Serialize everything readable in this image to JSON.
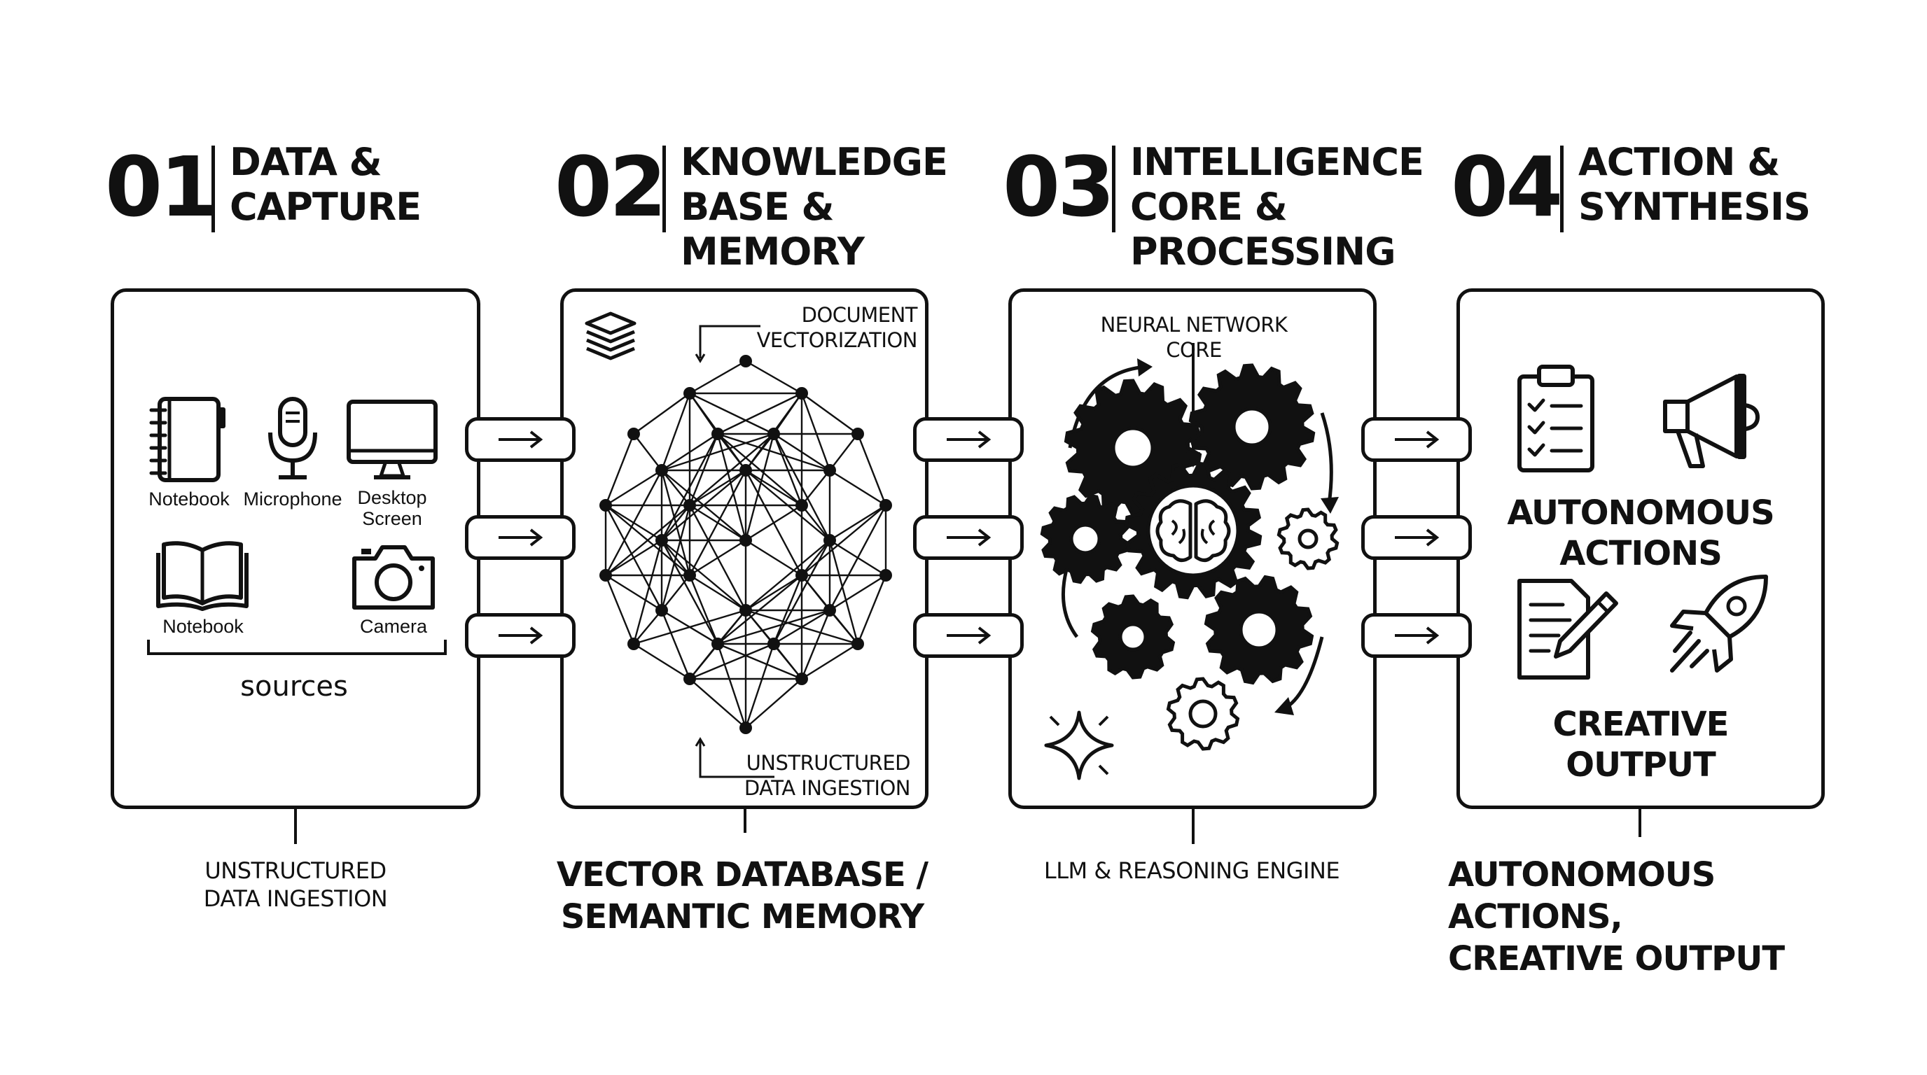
{
  "stages": [
    {
      "number": "01",
      "title_line1": "DATA &",
      "title_line2": "CAPTURE",
      "title_line3": "",
      "caption_line1": "UNSTRUCTURED",
      "caption_line2": "DATA INGESTION"
    },
    {
      "number": "02",
      "title_line1": "KNOWLEDGE",
      "title_line2": "BASE &",
      "title_line3": "MEMORY",
      "caption_line1": "VECTOR DATABASE /",
      "caption_line2": "SEMANTIC MEMORY"
    },
    {
      "number": "03",
      "title_line1": "INTELLIGENCE",
      "title_line2": "CORE &",
      "title_line3": "PROCESSING",
      "caption_line1": "LLM & REASONING ENGINE",
      "caption_line2": ""
    },
    {
      "number": "04",
      "title_line1": "ACTION &",
      "title_line2": "SYNTHESIS",
      "title_line3": "",
      "caption_line1": "AUTONOMOUS ACTIONS,",
      "caption_line2": "CREATIVE OUTPUT"
    }
  ],
  "panel1": {
    "items": [
      {
        "label": "Notebook",
        "icon": "spiral-notebook-icon"
      },
      {
        "label": "Microphone",
        "icon": "microphone-icon"
      },
      {
        "label_line1": "Desktop",
        "label_line2": "Screen",
        "icon": "desktop-screen-icon"
      },
      {
        "label": "Notebook",
        "icon": "open-book-icon"
      },
      {
        "label": "Camera",
        "icon": "camera-icon"
      }
    ],
    "group_label": "sources"
  },
  "panel2": {
    "top_note_line1": "DOCUMENT",
    "top_note_line2": "VECTORIZATION",
    "bottom_note_line1": "UNSTRUCTURED",
    "bottom_note_line2": "DATA INGESTION",
    "icons": [
      "document-stack-icon",
      "vector-network-icon"
    ]
  },
  "panel3": {
    "top_note": "NEURAL NETWORK CORE",
    "icons": [
      "gears-brain-icon",
      "sparkle-icon"
    ]
  },
  "panel4": {
    "section1": {
      "line1": "AUTONOMOUS",
      "line2": "ACTIONS",
      "icons": [
        "clipboard-checklist-icon",
        "megaphone-icon"
      ]
    },
    "section2": {
      "line1": "CREATIVE",
      "line2": "OUTPUT",
      "icons": [
        "document-pencil-icon",
        "rocket-icon"
      ]
    }
  },
  "connectors": {
    "glyph": "→"
  }
}
